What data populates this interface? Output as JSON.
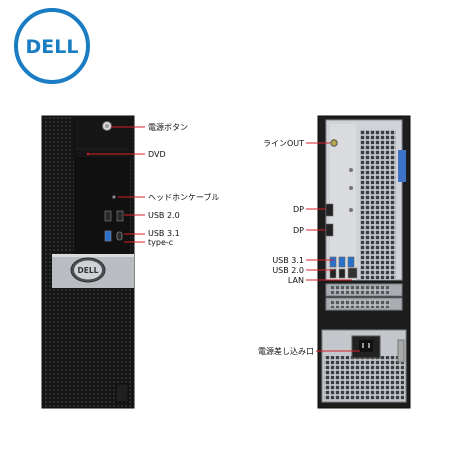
{
  "logo": {
    "text": "DELL",
    "color": "#1a7dc4"
  },
  "front_labels": {
    "power_button": "電源ボタン",
    "dvd": "DVD",
    "headphone": "ヘッドホンケーブル",
    "usb20": "USB 2.0",
    "usb31": "USB 3.1",
    "typec": "type-c"
  },
  "rear_labels": {
    "line_out": "ラインOUT",
    "dp1": "DP",
    "dp2": "DP",
    "usb31": "USB 3.1",
    "usb20": "USB 2.0",
    "lan": "LAN",
    "power_inlet": "電源差し込み口"
  },
  "colors": {
    "callout": "#d4202a",
    "chassis_dark": "#1b1b1b",
    "chassis_silver": "#b9bcc0",
    "usb3_blue": "#2a6fc9"
  },
  "icons": [
    "dell-logo-icon",
    "power-button-icon",
    "front-badge-icon"
  ]
}
